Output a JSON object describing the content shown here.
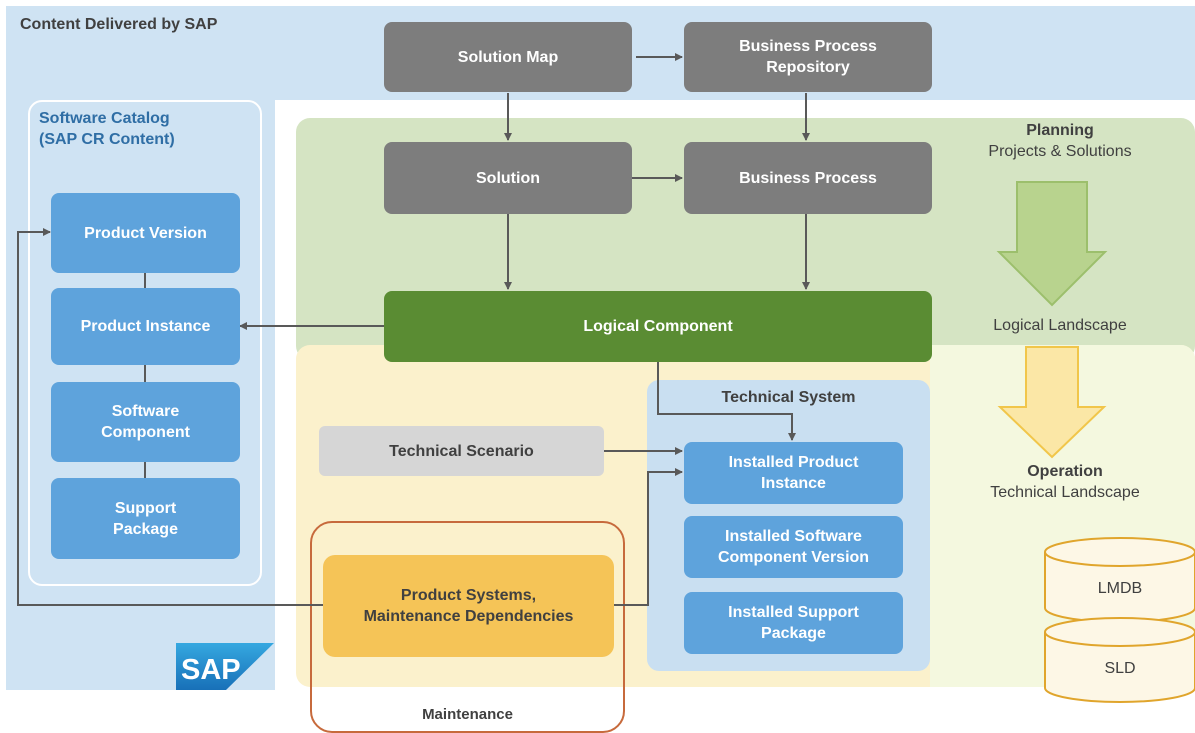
{
  "regions": {
    "content_delivered": "Content Delivered by SAP",
    "maintenance": "Maintenance"
  },
  "catalog": {
    "title_line1": "Software Catalog",
    "title_line2": "(SAP CR Content)",
    "items": [
      "Product Version",
      "Product Instance",
      "Software\nComponent",
      "Support\nPackage"
    ]
  },
  "boxes": {
    "solution_map": "Solution Map",
    "bpr": "Business  Process\nRepository",
    "solution": "Solution",
    "business_process": "Business  Process",
    "logical_component": "Logical Component",
    "technical_scenario": "Technical Scenario",
    "product_systems": "Product Systems,\nMaintenance Dependencies"
  },
  "technical_system": {
    "title": "Technical System",
    "items": [
      "Installed Product\nInstance",
      "Installed Software\nComponent Version",
      "Installed Support\nPackage"
    ]
  },
  "side": {
    "planning_title": "Planning",
    "planning_sub": "Projects & Solutions",
    "logical_landscape": "Logical  Landscape",
    "operation_title": "Operation",
    "operation_sub": "Technical Landscape"
  },
  "databases": [
    "LMDB",
    "SLD"
  ],
  "logo": "SAP",
  "colors": {
    "sap_blue_bg": "#cfe3f3",
    "planning_green": "#d5e4c3",
    "operation_yellow": "#fbf1cc",
    "gray_box": "#7d7d7d",
    "blue_box": "#5ea3dc",
    "green_box": "#5a8c33",
    "yellow_box": "#f5c457",
    "maintenance_outline": "#c76a3c"
  }
}
